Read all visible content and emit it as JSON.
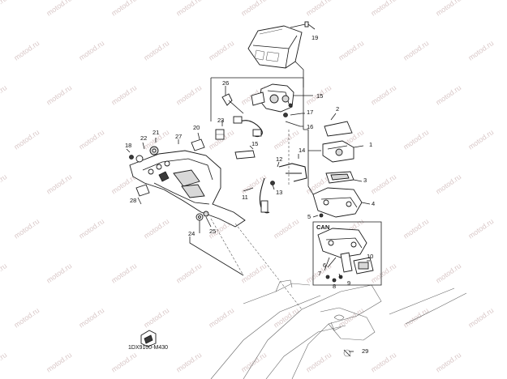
{
  "diagram": {
    "code": "1DX9100-M430",
    "watermark": "motod.ru",
    "variant_label": "CAN",
    "callouts": [
      "1",
      "2",
      "3",
      "4",
      "5",
      "6",
      "7",
      "8",
      "9",
      "10",
      "11",
      "12",
      "13",
      "14",
      "15",
      "15",
      "16",
      "17",
      "18",
      "19",
      "20",
      "21",
      "22",
      "23",
      "24",
      "25",
      "26",
      "27",
      "28",
      "29"
    ]
  }
}
